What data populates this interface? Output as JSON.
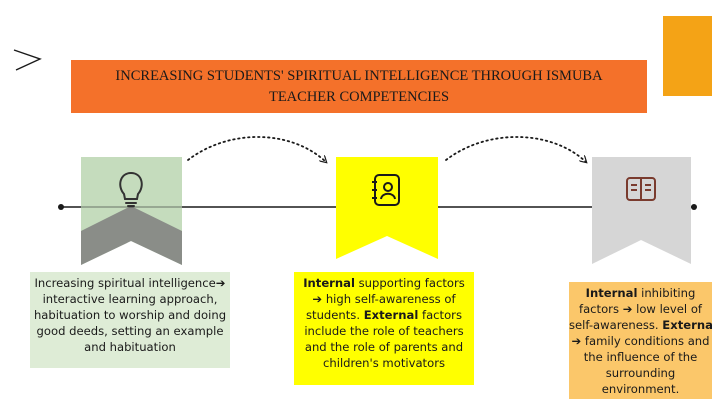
{
  "title": "INCREASING STUDENTS' SPIRITUAL INTELLIGENCE THROUGH ISMUBA TEACHER COMPETENCIES",
  "colors": {
    "title_bg": "#f4712a",
    "corner_block": "#f4a316",
    "stage1_banner": "#c5dcbd",
    "stage1_box": "#deecd6",
    "stage2_banner": "#ffff00",
    "stage2_box": "#ffff00",
    "stage3_banner": "#d6d6d6",
    "stage3_box": "#fbc76a"
  },
  "stages": [
    {
      "icon": "lightbulb-icon",
      "text": {
        "part1": "Increasing spiritual intelligence",
        "part2": " interactive learning approach, habituation to worship and doing good deeds, setting an example and habituation"
      }
    },
    {
      "icon": "contact-book-icon",
      "text": {
        "internal": "Internal",
        "t1": " supporting factors",
        "t2": " high self-awareness of students. ",
        "external": "External",
        "t3": " factors include the role of teachers and the role of parents and children's motivators"
      }
    },
    {
      "icon": "open-book-icon",
      "text": {
        "internal": "Internal",
        "t1": " inhibiting",
        "t2": "factors",
        "t3": " low level of",
        "t4": "self-awareness.",
        "external": "External",
        "t5": "family conditions and",
        "t6": "the influence of the",
        "t7": "surrounding",
        "t8": "environment."
      }
    }
  ]
}
